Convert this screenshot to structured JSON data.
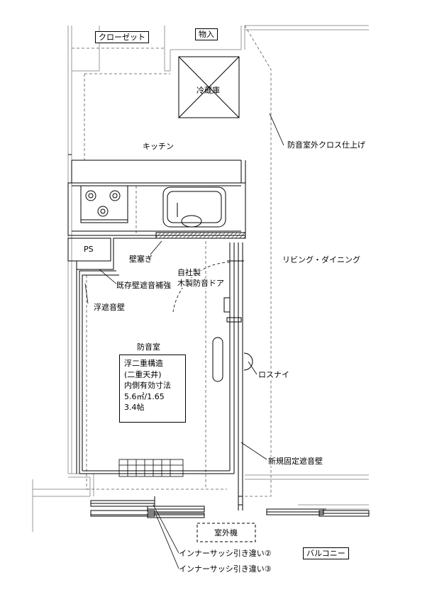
{
  "rooms": {
    "closet": "クローゼット",
    "storage": "物入",
    "fridge": "冷蔵庫",
    "kitchen": "キッチン",
    "ps": "PS",
    "living_dining": "リビング・ダイニング",
    "soundproof_room": "防音室",
    "outdoor_unit": "室外機",
    "balcony": "バルコニー"
  },
  "annotations": {
    "exterior_cloth": "防音室外クロス仕上げ",
    "wall_plug": "壁塞ぎ",
    "existing_wall_reinforce": "既存壁遮音補強",
    "floating_wall": "浮遮音壁",
    "door_line1": "自社製",
    "door_line2": "木製防音ドア",
    "losnay": "ロスナイ",
    "new_fixed_wall": "新規固定遮音壁",
    "sash2": "インナーサッシ引き違い②",
    "sash3": "インナーサッシ引き違い③"
  },
  "spec": {
    "line1": "浮二重構造",
    "line2": "(二重天井)",
    "line3": "内側有効寸法",
    "line4": "5.6㎡/1.65",
    "line5": "3.4帖"
  }
}
